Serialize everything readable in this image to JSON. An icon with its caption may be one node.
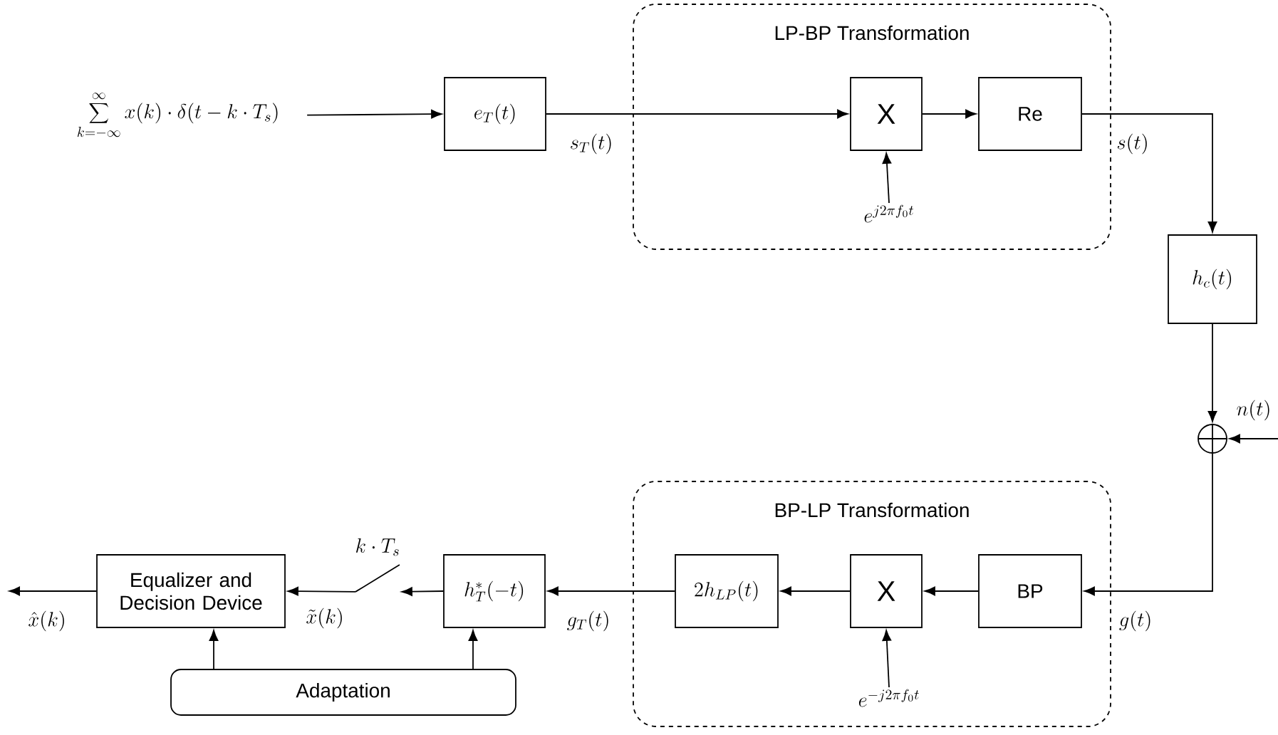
{
  "diagram": {
    "nodes": [
      {
        "text": [
          "\\sum_{k=-\\infty}^{\\infty} x(k)\\cdot\\delta(t-k\\cdot T_s)"
        ]
      },
      {
        "text": [
          "e_T(t)"
        ]
      },
      {
        "text": [
          "LP-BP Transformation"
        ]
      },
      {
        "text": [
          "X"
        ],
        "in": 2
      },
      {
        "text": [
          "Re"
        ],
        "in": 2
      },
      {
        "text": [
          "e^{j2\\pi f_0 t}"
        ],
        "in": 2
      },
      {
        "text": [
          "h_c(t)"
        ]
      },
      {
        "text": [],
        "shape": "circle"
      },
      {
        "text": [
          "BP-LP Transformation"
        ]
      },
      {
        "text": [
          "BP"
        ],
        "in": 8
      },
      {
        "text": [
          "X"
        ],
        "in": 8
      },
      {
        "text": [
          "2h_{LP}(t)"
        ],
        "in": 8
      },
      {
        "text": [
          "e^{-j2\\pi f_0 t}"
        ],
        "in": 8
      },
      {
        "text": [
          "h_T^*(-t)"
        ]
      },
      {
        "text": [
          "Equalizer and Decision Device"
        ]
      },
      {
        "text": [
          "Adaptation"
        ]
      },
      {
        "text": [],
        "shape": "switch",
        "beside": [
          "k\\cdot T_s"
        ]
      }
    ],
    "edges": [
      {
        "from": 0,
        "to": 1,
        "arrow": "to"
      },
      {
        "from": 1,
        "to": 3,
        "arrow": "to",
        "label": "s_T(t)"
      },
      {
        "from": 5,
        "to": 3,
        "arrow": "to"
      },
      {
        "from": 3,
        "to": 4,
        "arrow": "to"
      },
      {
        "from": 4,
        "to": 6,
        "arrow": "to",
        "label": "s(t)"
      },
      {
        "from": 6,
        "to": 7,
        "arrow": "to"
      },
      {
        "from": null,
        "to": 7,
        "arrow": "to",
        "label": "n(t)"
      },
      {
        "from": 7,
        "to": 9,
        "arrow": "to",
        "label": "g(t)"
      },
      {
        "from": 9,
        "to": 10,
        "arrow": "to"
      },
      {
        "from": 12,
        "to": 10,
        "arrow": "to"
      },
      {
        "from": 10,
        "to": 11,
        "arrow": "to"
      },
      {
        "from": 11,
        "to": 13,
        "arrow": "to",
        "label": "g_T(t)"
      },
      {
        "from": 13,
        "to": 16,
        "arrow": "to"
      },
      {
        "from": 16,
        "to": 14,
        "arrow": "to",
        "label": "\\tilde{x}(k)"
      },
      {
        "from": 14,
        "to": null,
        "arrow": "to",
        "label": "\\hat{x}(k)"
      },
      {
        "from": 15,
        "to": 14,
        "arrow": "to"
      },
      {
        "from": 15,
        "to": 13,
        "arrow": "to"
      }
    ]
  }
}
